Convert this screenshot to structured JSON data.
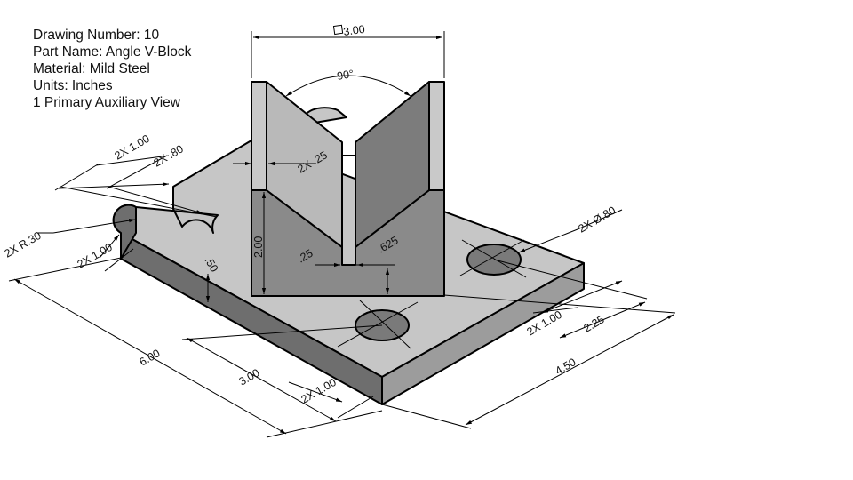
{
  "title_block": {
    "drawing_number": "Drawing Number: 10",
    "part_name": "Part Name: Angle V-Block",
    "material": "Material: Mild Steel",
    "units": "Units: Inches",
    "views": "1 Primary Auxiliary View"
  },
  "dimensions": {
    "square_width": "3.00",
    "v_angle": "90°",
    "slot_width": "2X .25",
    "slot_depth": ".25",
    "v_height": "2.00",
    "v_bottom": ".625",
    "tab_length": "2X 1.00",
    "tab_offset": "2X .80",
    "tab_radius": "2X R.30",
    "tab_width": "2X 1.00",
    "base_thickness": ".50",
    "base_length": "6.00",
    "hole_x": "3.00",
    "hole_edge_front": "2X 1.00",
    "hole_diameter": "2X Ø.80",
    "hole_edge_side": "2X 1.00",
    "hole_center": "2.25",
    "base_width": "4.50"
  },
  "colors": {
    "top_face": "#c6c6c6",
    "front_face": "#6e6e6e",
    "side_face": "#9c9c9c",
    "v_face_light": "#b9b9b9",
    "v_face_dark": "#7c7c7c",
    "block_front": "#8a8a8a",
    "hole": "#7a7a7a"
  }
}
